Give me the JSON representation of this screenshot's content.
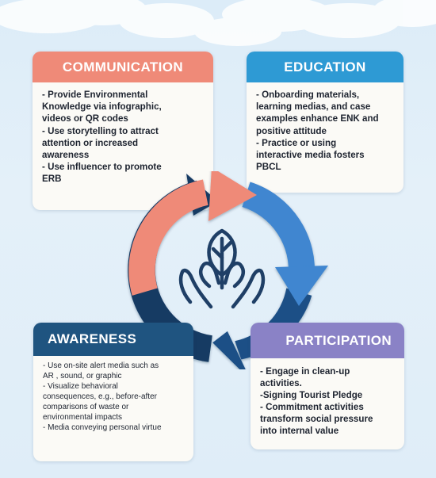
{
  "cards": {
    "communication": {
      "title": "COMMUNICATION",
      "lines": [
        "- Provide Environmental",
        "Knowledge via infographic,",
        "videos or QR codes",
        "- Use storytelling to attract",
        "attention or increased",
        "awareness",
        "- Use influencer to promote",
        "ERB"
      ]
    },
    "education": {
      "title": "EDUCATION",
      "lines": [
        "- Onboarding materials,",
        "learning medias, and case",
        "examples enhance ENK and",
        "positive attitude",
        "- Practice or using",
        "interactive media fosters",
        "PBCL"
      ]
    },
    "awareness": {
      "title": "AWARENESS",
      "lines": [
        "- Use on-site alert media such as",
        "AR , sound, or graphic",
        "- Visualize behavioral",
        "consequences, e.g., before-after",
        "comparisons of waste or",
        "environmental impacts",
        "- Media conveying personal virtue"
      ]
    },
    "participation": {
      "title": "PARTICIPATION",
      "lines": [
        "- Engage in clean-up",
        "activities.",
        "-Signing Tourist Pledge",
        "- Commitment activities",
        "transform social pressure",
        "into internal value"
      ]
    }
  },
  "colors": {
    "communication": "#ef8a78",
    "education": "#2e9ad4",
    "awareness": "#1f5480",
    "participation": "#8a82c6",
    "cycle_top_right": "#3f86d0",
    "cycle_bottom_right": "#1c4f86",
    "cycle_left": "#173a63",
    "icon_stroke": "#1f3f66"
  },
  "icons": {
    "center": "plant-in-hands-icon"
  }
}
